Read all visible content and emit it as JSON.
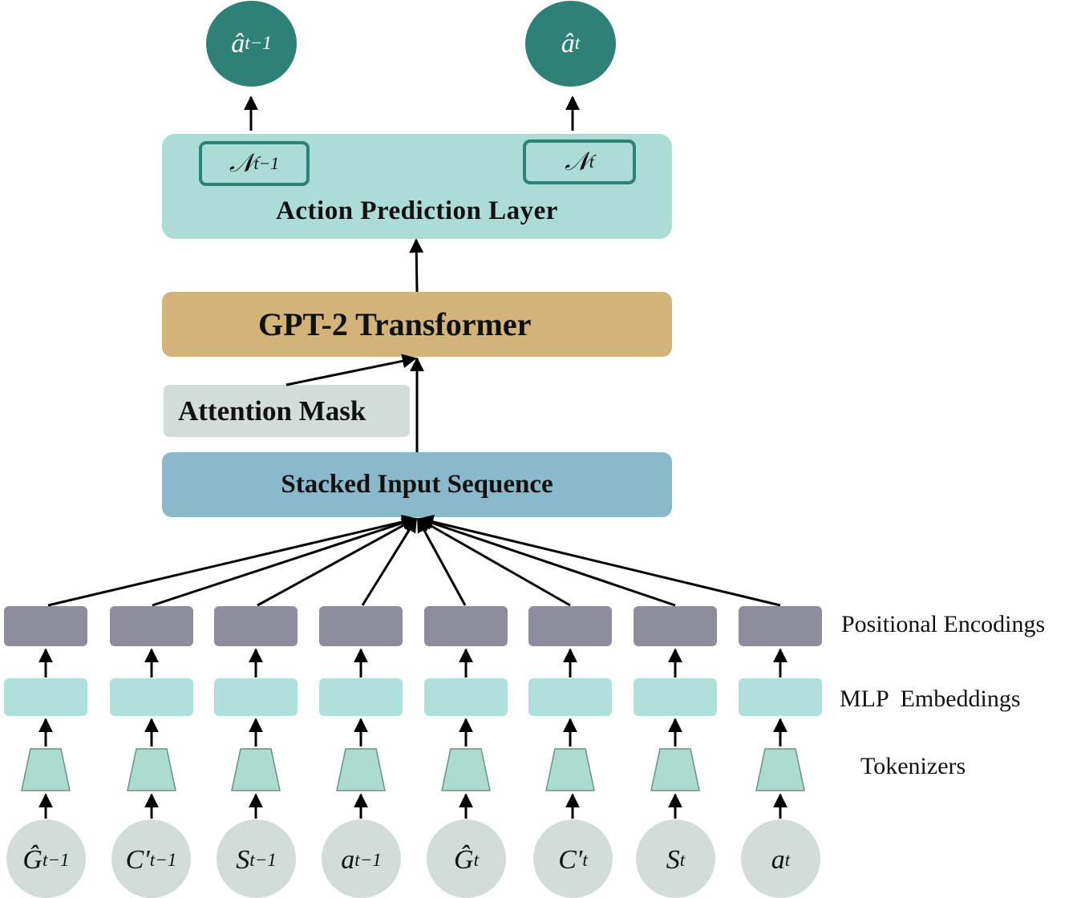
{
  "outputs": [
    {
      "base": "â",
      "sub": "t−1"
    },
    {
      "base": "â",
      "sub": "t"
    }
  ],
  "action_prediction": {
    "label": "Action Prediction Layer",
    "heads": [
      {
        "base": "𝒩",
        "sub": "t−1"
      },
      {
        "base": "𝒩",
        "sub": "t"
      }
    ]
  },
  "transformer": {
    "label": "GPT-2 Transformer"
  },
  "attention_mask": {
    "label": "Attention Mask"
  },
  "stacked": {
    "label": "Stacked Input Sequence"
  },
  "row_labels": {
    "positional": "Positional Encodings",
    "mlp": "MLP  Embeddings",
    "tokenizers": "Tokenizers"
  },
  "inputs": [
    {
      "base": "Ĝ",
      "sub": "t−1"
    },
    {
      "base": "C′",
      "sub": "t−1"
    },
    {
      "base": "S",
      "sub": "t−1"
    },
    {
      "base": "a",
      "sub": "t−1"
    },
    {
      "base": "Ĝ",
      "sub": "t"
    },
    {
      "base": "C′",
      "sub": "t"
    },
    {
      "base": "S",
      "sub": "t"
    },
    {
      "base": "a",
      "sub": "t"
    }
  ],
  "colors": {
    "output": "#2f8077",
    "action_layer": "#acdcd6",
    "transformer": "#d2b47a",
    "mask": "#d4dcda",
    "stacked": "#8bb9cc",
    "positional": "#8d8d9e",
    "embedding": "#b0e0dc",
    "tokenizer": "#acdcd0",
    "input": "#d4dcda"
  }
}
